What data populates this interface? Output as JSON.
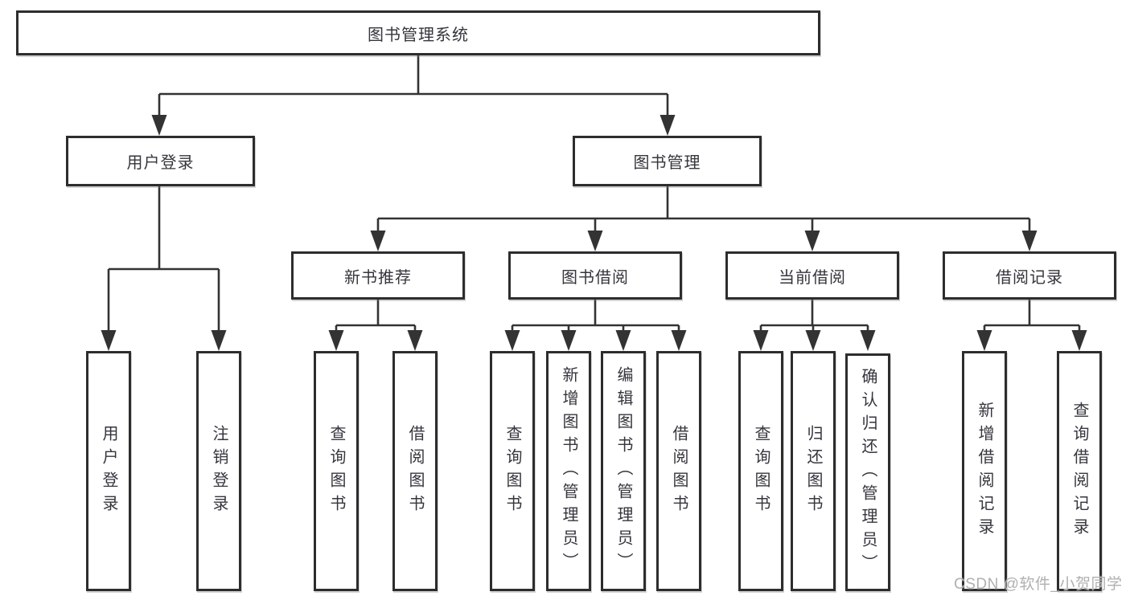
{
  "diagram": {
    "root": {
      "label": "图书管理系统"
    },
    "branches": [
      {
        "label": "用户登录",
        "children": [
          {
            "label": "用户登录"
          },
          {
            "label": "注销登录"
          }
        ]
      },
      {
        "label": "图书管理",
        "children": [
          {
            "label": "新书推荐",
            "children": [
              {
                "label": "查询图书"
              },
              {
                "label": "借阅图书"
              }
            ]
          },
          {
            "label": "图书借阅",
            "children": [
              {
                "label": "查询图书"
              },
              {
                "label": "新增图书（管理员）"
              },
              {
                "label": "编辑图书（管理员）"
              },
              {
                "label": "借阅图书"
              }
            ]
          },
          {
            "label": "当前借阅",
            "children": [
              {
                "label": "查询图书"
              },
              {
                "label": "归还图书"
              },
              {
                "label": "确认归还（管理员）"
              }
            ]
          },
          {
            "label": "借阅记录",
            "children": [
              {
                "label": "新增借阅记录"
              },
              {
                "label": "查询借阅记录"
              }
            ]
          }
        ]
      }
    ]
  },
  "watermark": "CSDN @软件_小贺同学",
  "colors": {
    "line": "#333333",
    "border": "#2d2d2d",
    "text": "#35353d",
    "watermark": "#b0b0b0",
    "background": "#ffffff"
  }
}
